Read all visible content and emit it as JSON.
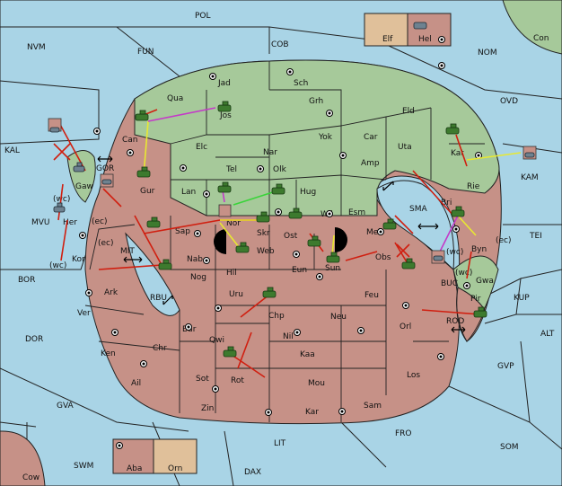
{
  "colors": {
    "sea": "#a9d4e6",
    "power_green": "#a6c99a",
    "power_red": "#c69187",
    "legend_elf": "#e0c09a",
    "legend_hel": "#6e8290",
    "order_move": "#d01f10",
    "order_support": "#e8e832",
    "order_convoy": "#3ad43a",
    "order_other": "#c43ac8"
  },
  "legend_top": {
    "left_label": "Elf",
    "right_label": "Hel"
  },
  "legend_bottom": {
    "left_label": "Aba",
    "right_label": "Orn"
  },
  "provinces": {
    "sea": [
      "POL",
      "NVM",
      "FUN",
      "COB",
      "NOM",
      "Con",
      "OVD",
      "KAL",
      "KAM",
      "MVU",
      "TEI",
      "BOR",
      "DOR",
      "ALT",
      "KUP",
      "GVP",
      "GVA",
      "SOM",
      "FRO",
      "LIT",
      "DAX",
      "SWM",
      "Cow",
      "MIT",
      "SMA",
      "RBU",
      "ROD",
      "GOR",
      "BUC"
    ],
    "green": [
      "Jad",
      "Sch",
      "Qua",
      "Grh",
      "Eld",
      "Elc",
      "Nar",
      "Yok",
      "Car",
      "Uta",
      "Tel",
      "Olk",
      "Amp",
      "Kat",
      "Lan",
      "Hug",
      "Esm",
      "Wil",
      "Nor",
      "Skr",
      "Gaw",
      "Ost",
      "Byn",
      "Gwa",
      "Mel"
    ],
    "red": [
      "Can",
      "Jos",
      "Gur",
      "Rie",
      "Bri",
      "Sap",
      "Web",
      "Her",
      "Kor",
      "Nab",
      "Eun",
      "Sun",
      "Obs",
      "Hil",
      "Nog",
      "Ark",
      "Ver",
      "Uru",
      "Feu",
      "Chp",
      "Neu",
      "Pir",
      "Orl",
      "Bar",
      "Qwi",
      "Nil",
      "Ken",
      "Chr",
      "Kaa",
      "Ail",
      "Sot",
      "Rot",
      "Mou",
      "Los",
      "Zin",
      "Kar",
      "Sam"
    ]
  },
  "coast_tags": [
    "(wc)",
    "(ec)",
    "(ec)",
    "(wc)",
    "(ec)",
    "(wc)",
    "(wc)"
  ],
  "unit_types": [
    "army",
    "fleet"
  ]
}
